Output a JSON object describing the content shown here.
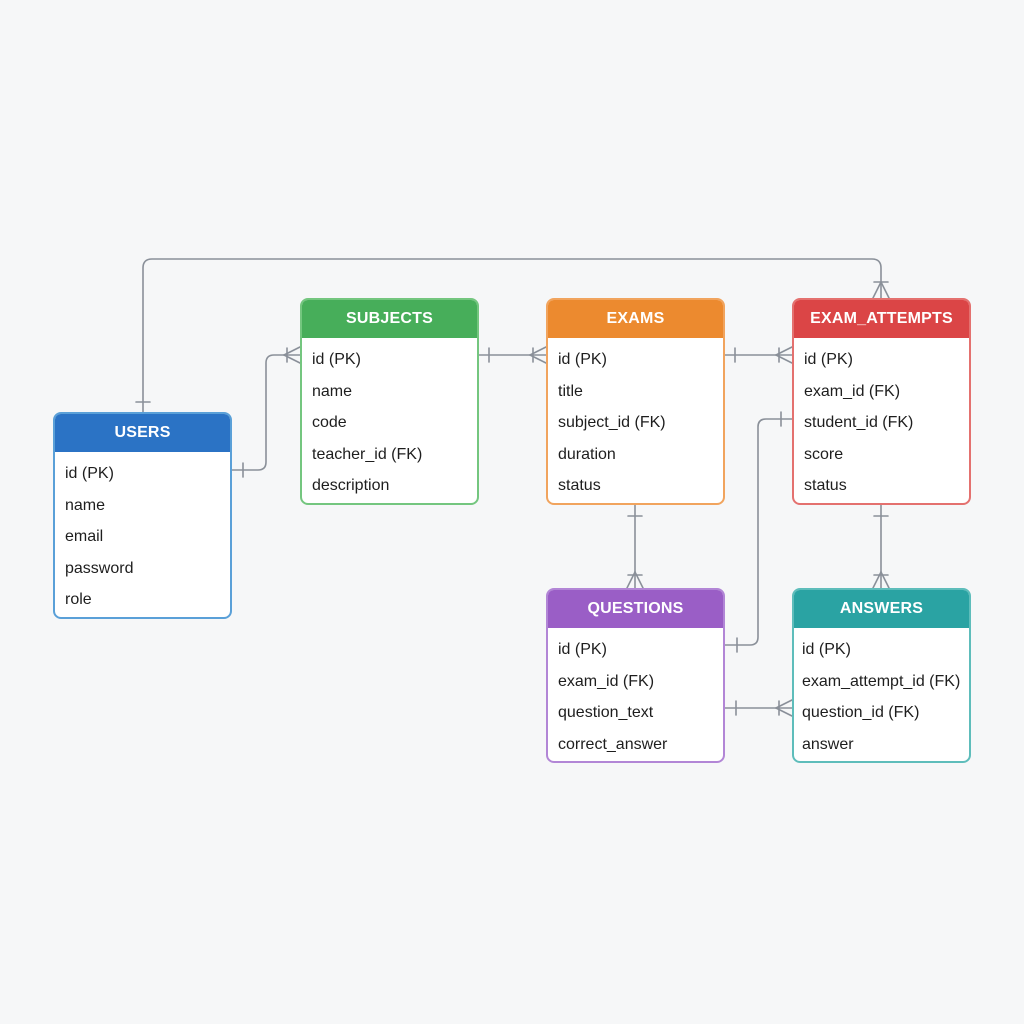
{
  "entities": {
    "users": {
      "title": "USERS",
      "color": "#2b73c5",
      "border": "#5aa0d8",
      "fields": [
        "id (PK)",
        "name",
        "email",
        "password",
        "role"
      ]
    },
    "subjects": {
      "title": "SUBJECTS",
      "color": "#47ae5a",
      "border": "#74c67f",
      "fields": [
        "id (PK)",
        "name",
        "code",
        "teacher_id (FK)",
        "description"
      ]
    },
    "exams": {
      "title": "EXAMS",
      "color": "#ec8a2f",
      "border": "#f1a45e",
      "fields": [
        "id (PK)",
        "title",
        "subject_id (FK)",
        "duration",
        "status"
      ]
    },
    "exam_attempts": {
      "title": "EXAM_ATTEMPTS",
      "color": "#db4546",
      "border": "#e4716f",
      "fields": [
        "id (PK)",
        "exam_id (FK)",
        "student_id (FK)",
        "score",
        "status"
      ]
    },
    "questions": {
      "title": "QUESTIONS",
      "color": "#9a5ec6",
      "border": "#b286d6",
      "fields": [
        "id (PK)",
        "exam_id (FK)",
        "question_text",
        "correct_answer"
      ]
    },
    "answers": {
      "title": "ANSWERS",
      "color": "#2aa3a3",
      "border": "#5ebdbb",
      "fields": [
        "id (PK)",
        "exam_attempt_id (FK)",
        "question_id (FK)",
        "answer"
      ]
    }
  },
  "connector_color": "#8a9099"
}
